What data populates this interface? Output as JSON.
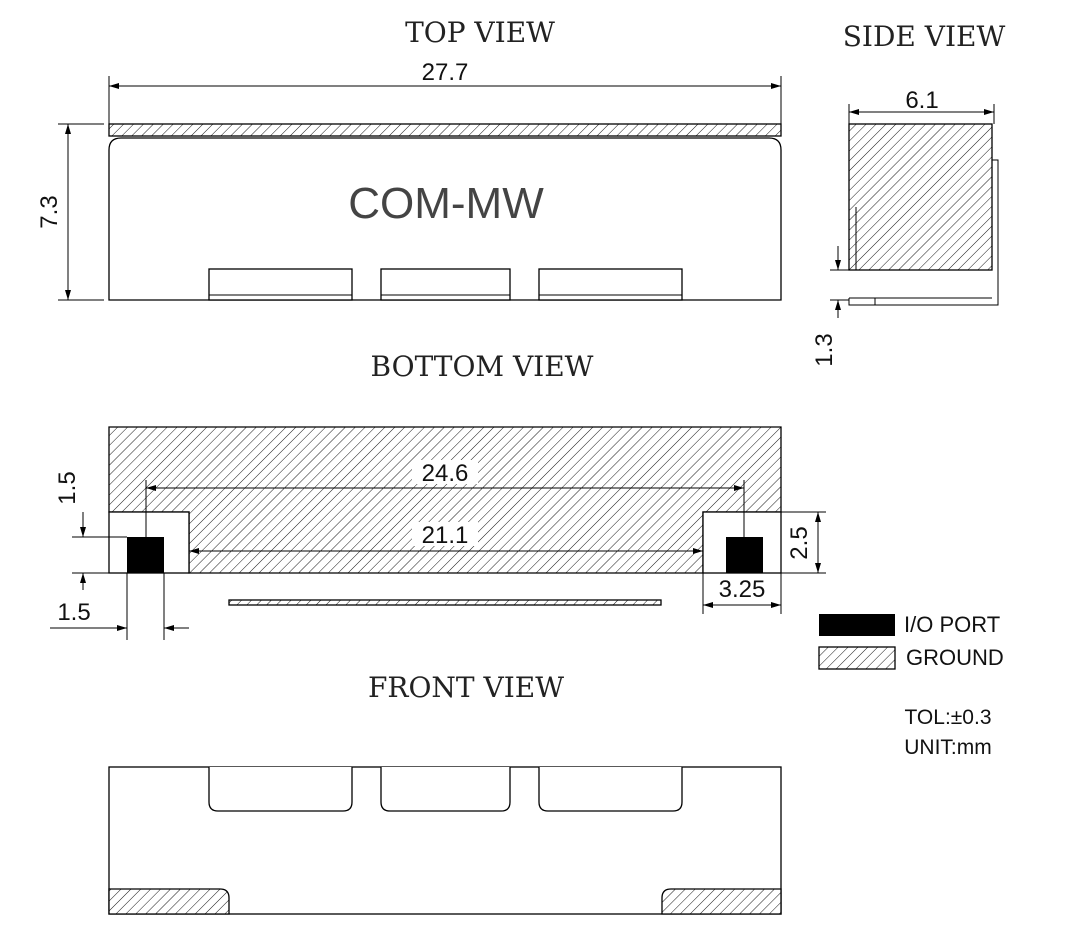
{
  "views": {
    "top": "TOP VIEW",
    "side": "SIDE VIEW",
    "bottom": "BOTTOM VIEW",
    "front": "FRONT VIEW"
  },
  "brand_label": "COM-MW",
  "dimensions": {
    "top_length": "27.7",
    "top_height": "7.3",
    "side_width": "6.1",
    "side_step": "1.3",
    "port_span_outer": "24.6",
    "port_span_inner": "21.1",
    "port_offset_y": "1.5",
    "port_width": "1.5",
    "pad_height": "2.5",
    "pad_width": "3.25"
  },
  "legend": {
    "io_port": "I/O  PORT",
    "ground": "GROUND"
  },
  "notes": {
    "tolerance": "TOL:±0.3",
    "unit": "UNIT:mm"
  },
  "colors": {
    "outline": "#000000",
    "port_fill": "#000000",
    "background": "#ffffff"
  }
}
